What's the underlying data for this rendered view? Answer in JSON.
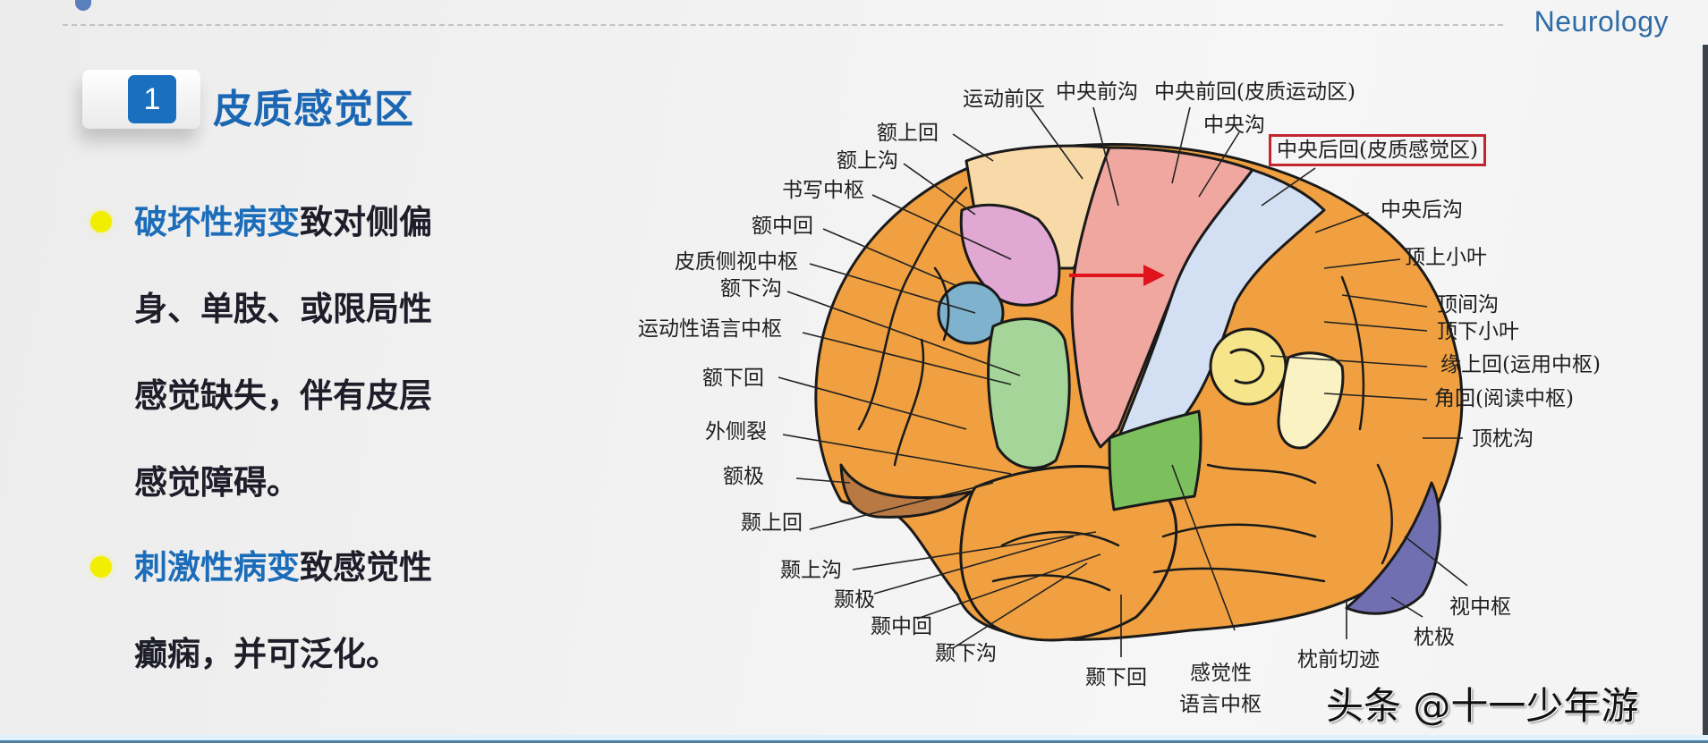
{
  "header": {
    "brand": "Neurology"
  },
  "section": {
    "number": "1",
    "title": "皮质感觉区"
  },
  "bullets": [
    {
      "highlight": "破坏性病变",
      "lines": [
        "致对侧偏",
        "身、单肢、或限局性",
        "感觉缺失，伴有皮层",
        "感觉障碍。"
      ]
    },
    {
      "highlight": "刺激性病变",
      "lines": [
        "致感觉性",
        "癫痫，并可泛化。"
      ]
    }
  ],
  "diagram": {
    "highlighted_label": "中央后回(皮质感觉区)",
    "arrow_color": "#e0121b",
    "region_colors": {
      "cortex": "#f0a040",
      "premotor": "#f8d9a8",
      "precentral": "#f0a7a0",
      "postcentral": "#d3dff2",
      "writing_center": "#e2a8d4",
      "frontal_eye_field": "#7fb2cc",
      "motor_speech": "#a6d59a",
      "sensory_speech": "#7cc05e",
      "supramarginal": "#f6e58a",
      "angular": "#fbf2c4",
      "visual_center": "#6f6fb2"
    },
    "labels": {
      "premotor_area": "运动前区",
      "precentral_sulcus": "中央前沟",
      "precentral_gyrus": "中央前回(皮质运动区)",
      "central_sulcus": "中央沟",
      "postcentral_gyrus": "中央后回(皮质感觉区)",
      "postcentral_sulcus": "中央后沟",
      "superior_parietal_lobule": "顶上小叶",
      "intraparietal_sulcus": "顶间沟",
      "inferior_parietal_lobule": "顶下小叶",
      "supramarginal_gyrus": "缘上回(运用中枢)",
      "angular_gyrus": "角回(阅读中枢)",
      "parieto_occipital_sulcus": "顶枕沟",
      "visual_center": "视中枢",
      "occipital_pole": "枕极",
      "preoccipital_notch": "枕前切迹",
      "sensory_speech_center_1": "感觉性",
      "sensory_speech_center_2": "语言中枢",
      "inferior_temporal_gyrus": "颞下回",
      "inferior_temporal_sulcus": "颞下沟",
      "middle_temporal_gyrus": "颞中回",
      "temporal_pole": "颞极",
      "superior_temporal_sulcus": "颞上沟",
      "superior_temporal_gyrus": "颞上回",
      "frontal_pole": "额极",
      "lateral_fissure": "外侧裂",
      "inferior_frontal_gyrus": "额下回",
      "motor_speech_center": "运动性语言中枢",
      "inferior_frontal_sulcus": "额下沟",
      "frontal_eye_field": "皮质侧视中枢",
      "middle_frontal_gyrus": "额中回",
      "writing_center": "书写中枢",
      "superior_frontal_sulcus": "额上沟",
      "superior_frontal_gyrus": "额上回"
    }
  },
  "watermark": "头条 @十一少年游"
}
